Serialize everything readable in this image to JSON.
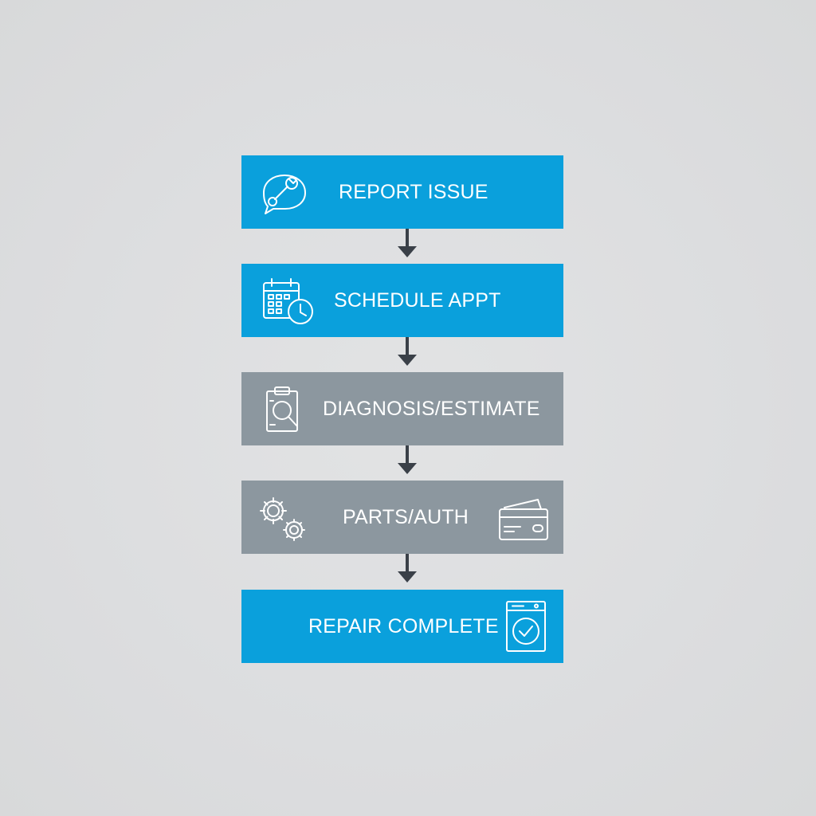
{
  "flow": {
    "steps": [
      {
        "label": "REPORT ISSUE",
        "color": "#0aa0dc",
        "icon": "wrench-chat-icon"
      },
      {
        "label": "SCHEDULE APPT",
        "color": "#0aa0dc",
        "icon": "calendar-clock-icon"
      },
      {
        "label": "DIAGNOSIS/ESTIMATE",
        "color": "#8c979f",
        "icon": "clipboard-search-icon"
      },
      {
        "label": "PARTS/AUTH",
        "color": "#8c979f",
        "icon": "gears-icon",
        "icon_right": "credit-card-icon"
      },
      {
        "label": "REPAIR COMPLETE",
        "color": "#0aa0dc",
        "icon_right": "washer-check-icon"
      }
    ],
    "arrow_color": "#3a4048"
  }
}
